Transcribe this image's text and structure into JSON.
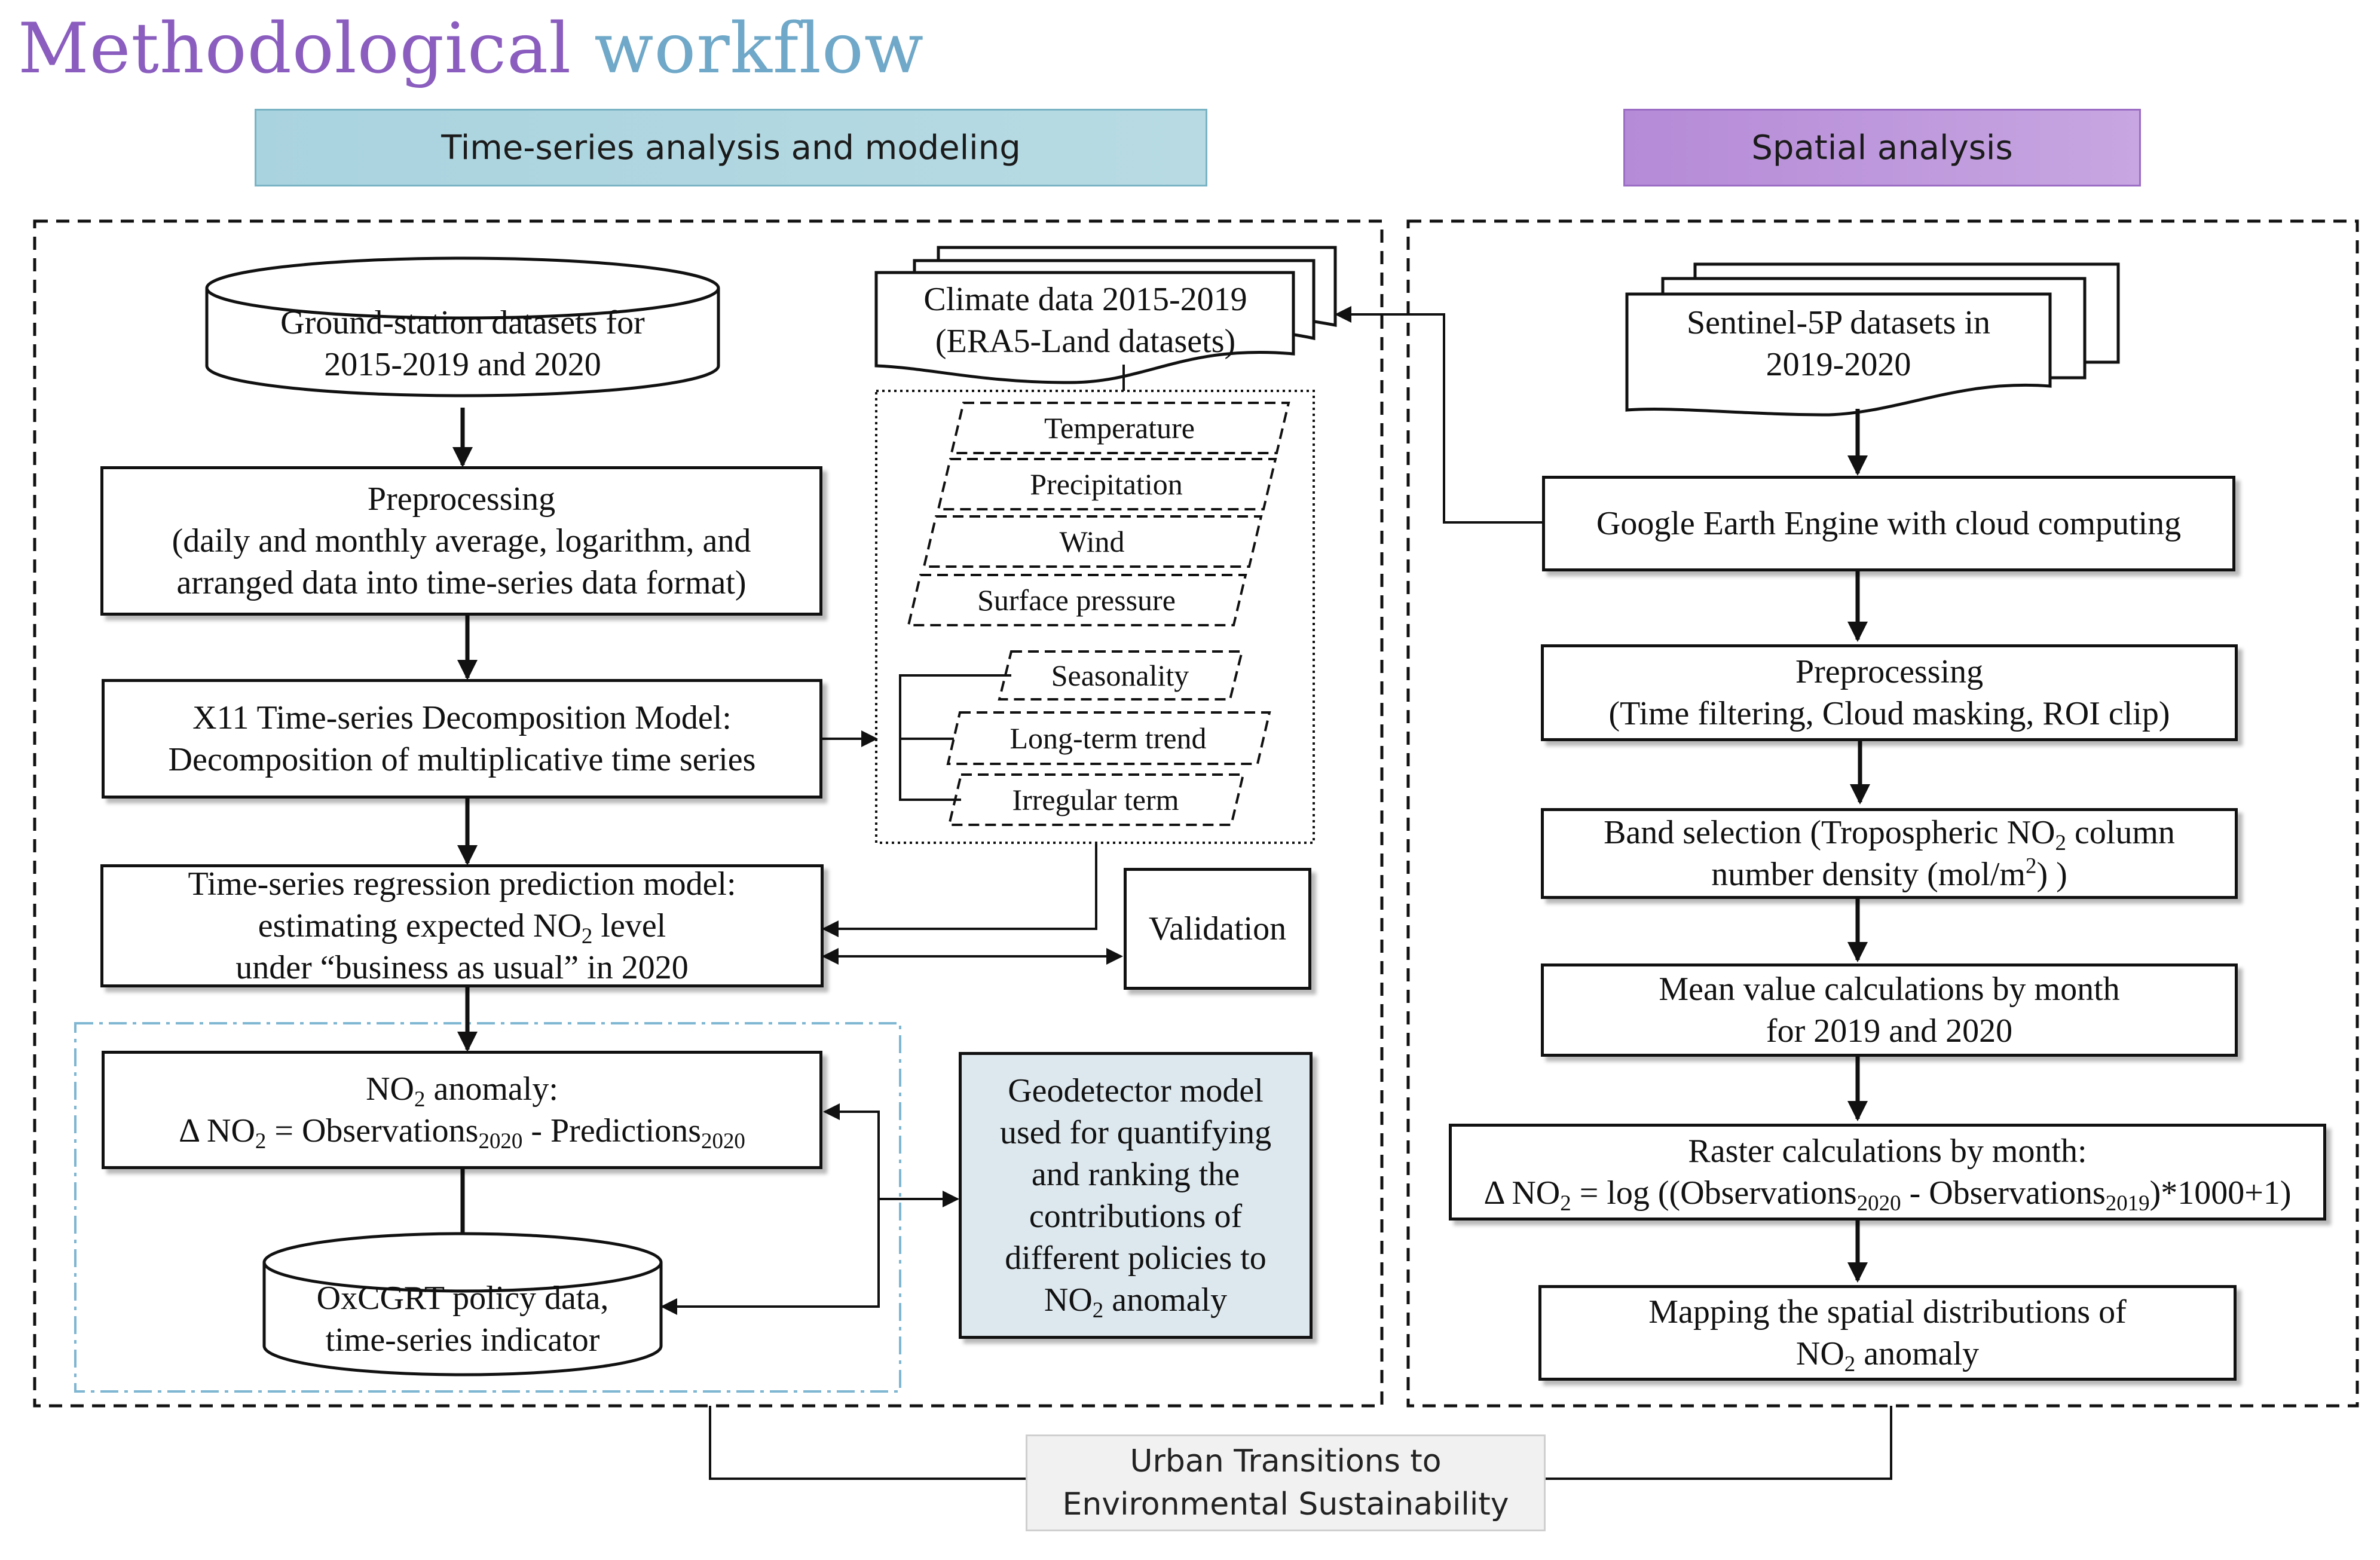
{
  "title": {
    "word1": "Methodological",
    "word2": "workflow"
  },
  "headers": {
    "time_series": "Time-series analysis and modeling",
    "spatial": "Spatial analysis"
  },
  "left": {
    "ground_station": {
      "line1": "Ground-station datasets for",
      "line2": "2015-2019  and 2020"
    },
    "climate": {
      "line1": "Climate data 2015-2019",
      "line2": "(ERA5-Land datasets)"
    },
    "climate_vars": [
      "Temperature",
      "Precipitation",
      "Wind",
      "Surface pressure"
    ],
    "decomp_parts": [
      "Seasonality",
      "Long-term trend",
      "Irregular term"
    ],
    "preprocessing": {
      "line1": "Preprocessing",
      "line2": "(daily and monthly average, logarithm, and",
      "line3": "arranged data into time-series data format)"
    },
    "x11": {
      "line1": "X11 Time-series  Decomposition Model:",
      "line2": "Decomposition of multiplicative  time series"
    },
    "regression": {
      "line1": "Time-series  regression prediction model:",
      "line2a": "estimating expected NO",
      "line2_sub": "2",
      "line2b": " level",
      "line3": "under “business as usual”  in 2020"
    },
    "validation": "Validation",
    "anomaly": {
      "line1a": "NO",
      "line1_sub": "2",
      "line1b": " anomaly:",
      "delta": "Δ NO",
      "delta_sub": "2",
      "eq_a": " = Observations",
      "eq_sub1": "2020",
      "eq_b": " - Predictions",
      "eq_sub2": "2020"
    },
    "oxcgrt": {
      "line1": "OxCGRT policy data,",
      "line2": "time-series indicator"
    },
    "geodetector": {
      "line1": "Geodetector model",
      "line2": "used for quantifying",
      "line3": "and ranking the",
      "line4": "contributions of",
      "line5": "different policies to",
      "line6a": "NO",
      "line6_sub": "2",
      "line6b": " anomaly"
    }
  },
  "right": {
    "sentinel": {
      "line1": "Sentinel-5P datasets in",
      "line2": "2019-2020"
    },
    "gee": "Google Earth Engine with cloud computing",
    "preprocessing": {
      "line1": "Preprocessing",
      "line2": "(Time  filtering,  Cloud masking, ROI clip)"
    },
    "band": {
      "line1a": "Band selection (Tropospheric NO",
      "line1_sub": "2",
      "line1b": " column",
      "line2a": "number density (mol/m",
      "line2_sup": "2",
      "line2b": ") )"
    },
    "mean": {
      "line1": "Mean value calculations by month",
      "line2": "for 2019 and 2020"
    },
    "raster": {
      "line1": "Raster calculations  by month:",
      "delta": "Δ NO",
      "delta_sub": "2",
      "eq_a": " = log ((Observations",
      "eq_sub1": "2020",
      "eq_b": " - Observations",
      "eq_sub2": "2019",
      "eq_c": ")*1000+1)"
    },
    "mapping": {
      "line1": "Mapping the spatial distributions of",
      "line2a": "NO",
      "line2_sub": "2",
      "line2b": " anomaly"
    }
  },
  "footer": {
    "line1": "Urban Transitions to",
    "line2": "Environmental Sustainability"
  },
  "colors": {
    "title_word1": "#8a5dbf",
    "title_word2": "#6fa8c8",
    "header_time_series": "#a9d3df",
    "header_spatial": "#b58ad7",
    "geodetector_fill": "#dde8ee",
    "anomaly_group_border": "#7fb6d2"
  }
}
